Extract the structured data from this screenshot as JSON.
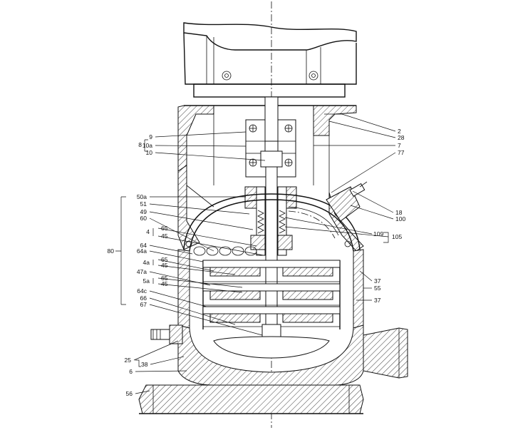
{
  "diagram": {
    "left_labels": [
      {
        "id": "9",
        "text": "9"
      },
      {
        "id": "8",
        "text": "8"
      },
      {
        "id": "10a",
        "text": "10a"
      },
      {
        "id": "10",
        "text": "10"
      },
      {
        "id": "50a",
        "text": "50a"
      },
      {
        "id": "51",
        "text": "51"
      },
      {
        "id": "49",
        "text": "49"
      },
      {
        "id": "60",
        "text": "60"
      },
      {
        "id": "65a",
        "text": "65"
      },
      {
        "id": "4",
        "text": "4"
      },
      {
        "id": "45a",
        "text": "45"
      },
      {
        "id": "64",
        "text": "64"
      },
      {
        "id": "80",
        "text": "80"
      },
      {
        "id": "64a",
        "text": "64a"
      },
      {
        "id": "65b",
        "text": "65"
      },
      {
        "id": "4a",
        "text": "4a"
      },
      {
        "id": "45b",
        "text": "45"
      },
      {
        "id": "47a",
        "text": "47a"
      },
      {
        "id": "65c",
        "text": "65"
      },
      {
        "id": "5a",
        "text": "5a"
      },
      {
        "id": "45c",
        "text": "45"
      },
      {
        "id": "64c",
        "text": "64c"
      },
      {
        "id": "66",
        "text": "66"
      },
      {
        "id": "67",
        "text": "67"
      },
      {
        "id": "25",
        "text": "25"
      },
      {
        "id": "38",
        "text": "38"
      },
      {
        "id": "6",
        "text": "6"
      },
      {
        "id": "56",
        "text": "56"
      }
    ],
    "right_labels": [
      {
        "id": "2",
        "text": "2"
      },
      {
        "id": "28",
        "text": "28"
      },
      {
        "id": "7",
        "text": "7"
      },
      {
        "id": "77",
        "text": "77"
      },
      {
        "id": "18",
        "text": "18"
      },
      {
        "id": "100",
        "text": "100"
      },
      {
        "id": "109",
        "text": "109"
      },
      {
        "id": "105",
        "text": "105"
      },
      {
        "id": "37a",
        "text": "37"
      },
      {
        "id": "55",
        "text": "55"
      },
      {
        "id": "37b",
        "text": "37"
      }
    ]
  }
}
